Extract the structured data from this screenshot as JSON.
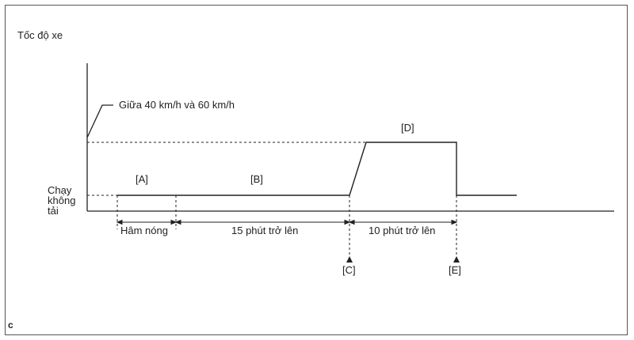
{
  "diagram": {
    "y_axis_label": "Tốc độ xe",
    "speed_note": "Giữa 40 km/h và 60 km/h",
    "idle_label_line1": "Chạy",
    "idle_label_line2": "không",
    "idle_label_line3": "tải",
    "segments": {
      "a": "[A]",
      "b": "[B]",
      "d": "[D]"
    },
    "durations": {
      "warmup": "Hâm nóng",
      "fifteen": "15 phút trở lên",
      "ten": "10 phút trở lên"
    },
    "markers": {
      "c": "[C]",
      "e": "[E]"
    },
    "corner_code": "c"
  }
}
